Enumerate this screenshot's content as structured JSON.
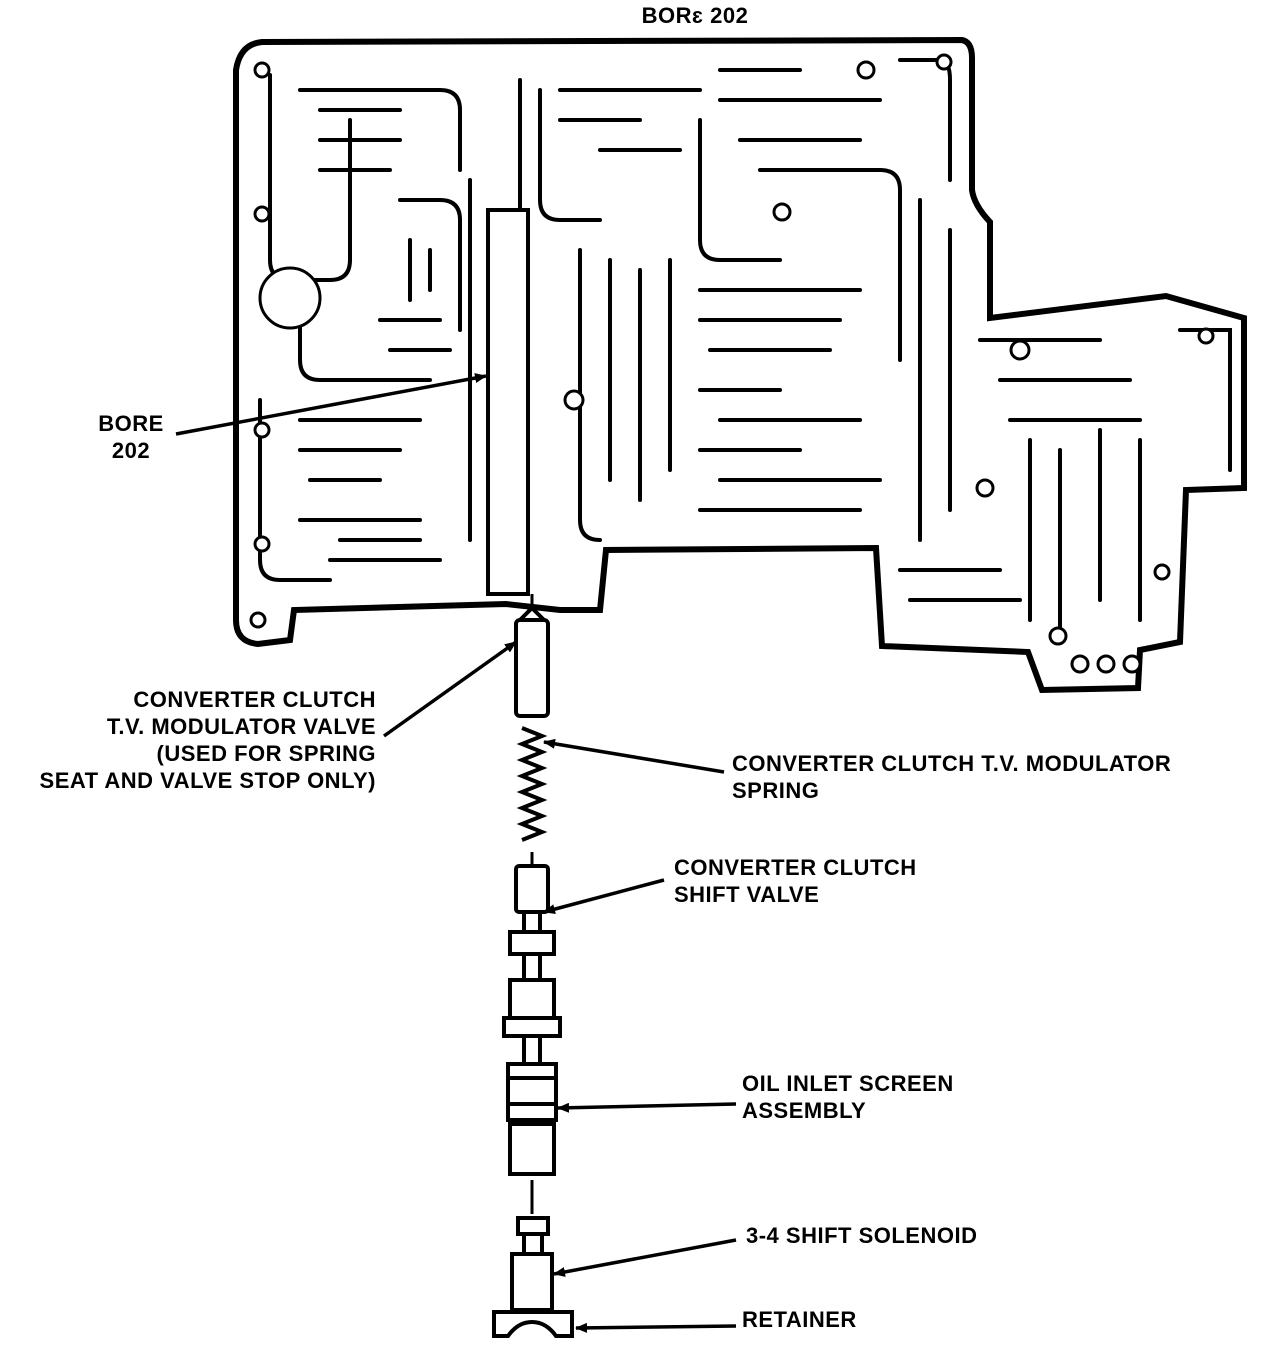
{
  "figure": {
    "top_label": "BORɛ 202",
    "bore_label": [
      "BORE",
      "202"
    ],
    "modulator_valve_label": [
      "CONVERTER CLUTCH",
      "T.V. MODULATOR VALVE",
      "(USED FOR SPRING",
      "SEAT AND VALVE STOP ONLY)"
    ],
    "modulator_spring_label": [
      "CONVERTER CLUTCH T.V. MODULATOR",
      "SPRING"
    ],
    "shift_valve_label": [
      "CONVERTER CLUTCH",
      "SHIFT VALVE"
    ],
    "oil_screen_label": [
      "OIL INLET SCREEN",
      "ASSEMBLY"
    ],
    "solenoid_label": [
      "3-4 SHIFT SOLENOID"
    ],
    "retainer_label": [
      "RETAINER"
    ]
  }
}
